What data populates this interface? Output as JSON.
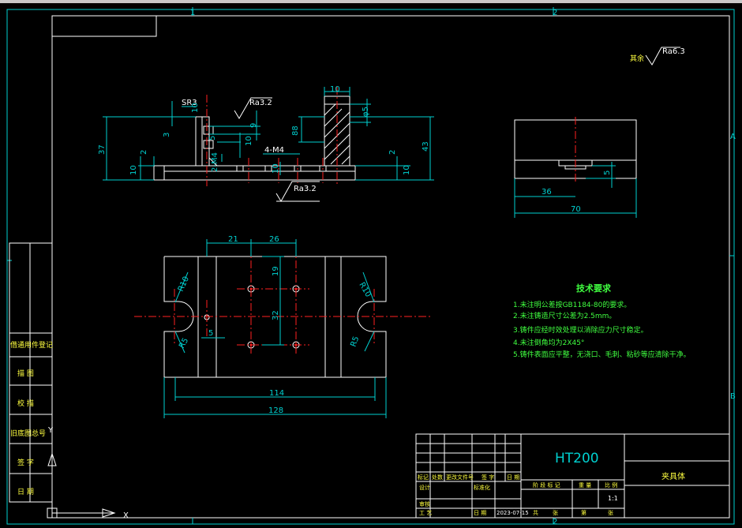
{
  "zones": {
    "col1": "1",
    "col2": "2",
    "rowA": "A",
    "rowB": "B"
  },
  "surface_general": {
    "label": "其余",
    "value": "Ra6.3"
  },
  "front_view": {
    "roughness_top": "Ra3.2",
    "roughness_bottom": "Ra3.2",
    "dims": {
      "sr3": "SR3",
      "d10_top": "10",
      "d3": "3",
      "d9": "9",
      "d5": "5",
      "d10_mid": "10",
      "m1": "2-M4",
      "m2": "4-M4",
      "d10_low": "10",
      "d88": "88",
      "phi5": "φ5",
      "d37": "37",
      "d2_left": "2",
      "d10_left": "10",
      "d43": "43",
      "d2_right": "2",
      "d10_right": "10"
    }
  },
  "side_view": {
    "d36": "36",
    "d70": "70",
    "d5": "5"
  },
  "plan_view": {
    "d21": "21",
    "d26": "26",
    "d19": "19",
    "d32": "32",
    "d5": "5",
    "r10_left": "R10",
    "r5_left": "R5",
    "r10_right": "R10",
    "r5_right": "R5",
    "d114": "114",
    "d128": "128"
  },
  "tech_req": {
    "title": "技术要求",
    "items": [
      "1.未注明公差按GB1184-80的要求。",
      "2.未注铸造尺寸公差为2.5mm。",
      "3.铸件应经时效处理以消除应力尺寸稳定。",
      "4.未注倒角均为2X45°",
      "5.铸件表面应平整，无浇口、毛刺、粘砂等应清除干净。"
    ]
  },
  "side_titles": [
    "借通用件登记",
    "描 图",
    "校 描",
    "旧底图总号",
    "签 字",
    "日 期"
  ],
  "title_block": {
    "material": "HT200",
    "part_name": "夹具体",
    "labels": {
      "mark": "标记",
      "count": "处数",
      "file_no": "更改文件号",
      "sign": "签 字",
      "date": "日 期",
      "design": "设计",
      "standardize": "标准化",
      "review": "审核",
      "process": "工 艺",
      "stage": "阶 段 标 记",
      "weight": "重 量",
      "scale": "比 例",
      "date2": "日 期",
      "total": "共",
      "sheet": "张",
      "of": "第",
      "page": "张"
    },
    "scale_value": "1:1",
    "date_value": "2023-07-15"
  },
  "colors": {
    "border": "#ffffff",
    "dim": "#00d0d0",
    "center": "#ff2020",
    "note": "#40ff40",
    "text": "#ffff40"
  }
}
